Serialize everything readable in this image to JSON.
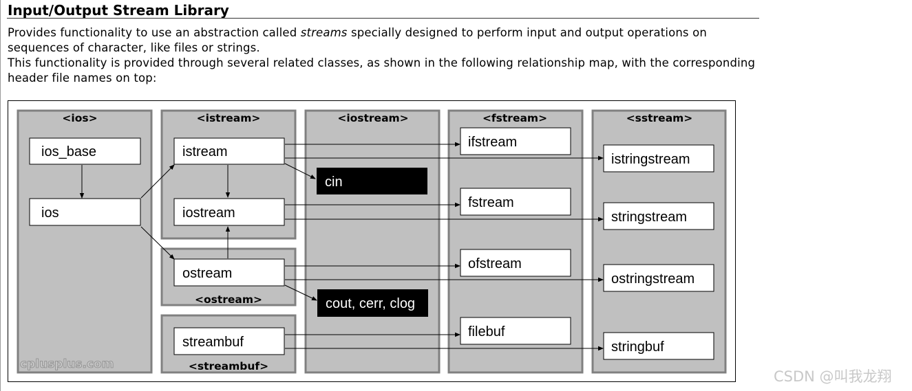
{
  "page": {
    "title": "Input/Output Stream Library",
    "para1_before": "Provides functionality to use an abstraction called ",
    "para1_em": "streams",
    "para1_after": " specially designed to perform input and output operations on sequences of character, like files or strings.",
    "para2": "This functionality is provided through several related classes, as shown in the following relationship map, with the corresponding header file names on top:"
  },
  "diagram": {
    "headers": {
      "ios": "<ios>",
      "istream": "<istream>",
      "ostream": "<ostream>",
      "streambuf": "<streambuf>",
      "iostream": "<iostream>",
      "fstream": "<fstream>",
      "sstream": "<sstream>"
    },
    "classes": {
      "ios_base": "ios_base",
      "ios": "ios",
      "istream": "istream",
      "iostream": "iostream",
      "ostream": "ostream",
      "streambuf": "streambuf",
      "cin": "cin",
      "cout": "cout, cerr, clog",
      "ifstream": "ifstream",
      "fstream": "fstream",
      "ofstream": "ofstream",
      "filebuf": "filebuf",
      "istringstream": "istringstream",
      "stringstream": "stringstream",
      "ostringstream": "ostringstream",
      "stringbuf": "stringbuf"
    },
    "watermark": "cplusplus.com",
    "colors": {
      "panel": "#c0c0c0",
      "panel_border": "#808080",
      "box": "#ffffff",
      "object_box": "#000000"
    }
  },
  "footer": {
    "csdn_watermark": "CSDN @叫我龙翔"
  }
}
